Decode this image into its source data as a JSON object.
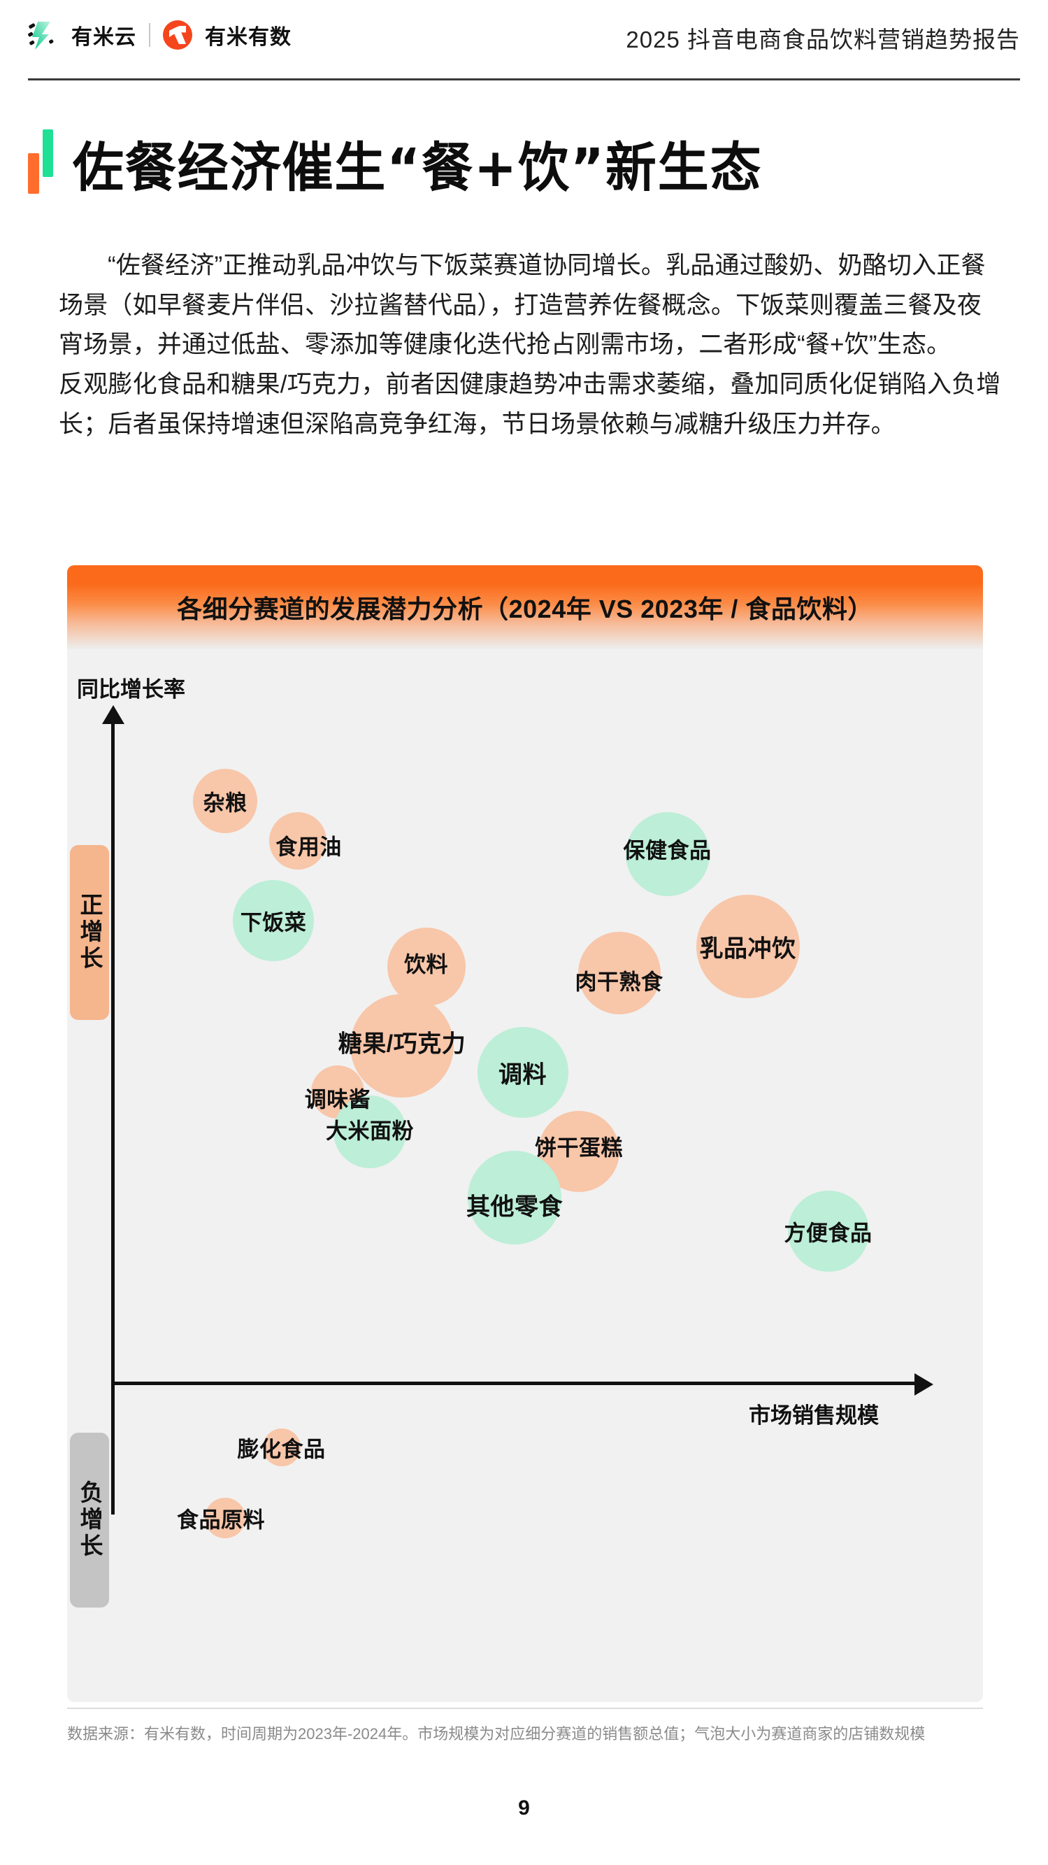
{
  "header": {
    "brand_primary": "有米云",
    "brand_secondary": "有米有数",
    "report_title": "2025 抖音电商食品饮料营销趋势报告"
  },
  "page": {
    "title": "佐餐经济催生“餐+饮”新生态",
    "page_number": "9",
    "paragraph_1": "“佐餐经济”正推动乳品冲饮与下饭菜赛道协同增长。乳品通过酸奶、奶酪切入正餐场景（如早餐麦片伴侣、沙拉酱替代品），打造营养佐餐概念。下饭菜则覆盖三餐及夜宵场景，并通过低盐、零添加等健康化迭代抢占刚需市场，二者形成“餐+饮”生态。",
    "paragraph_2": "反观膨化食品和糖果/巧克力，前者因健康趋势冲击需求萎缩，叠加同质化促销陷入负增长；后者虽保持增速但深陷高竞争红海，节日场景依赖与减糖升级压力并存。",
    "footnote": "数据来源：有米有数，时间周期为2023年-2024年。市场规模为对应细分赛道的销售额总值；气泡大小为赛道商家的店铺数规模"
  },
  "chart_data": {
    "type": "scatter",
    "title": "各细分赛道的发展潜力分析（2024年 VS 2023年 / 食品饮料）",
    "xlabel": "市场销售规模",
    "ylabel": "同比增长率",
    "grid": false,
    "legend_position": "none",
    "quadrant_labels": {
      "positive": "正增长",
      "negative": "负增长"
    },
    "colors": {
      "bubble_orange": "#f8c6a9",
      "bubble_green": "#bdeed8",
      "title_bar_accent": "#fb6a1a",
      "plot_background": "#f1f1f1",
      "badge_positive": "#f5b58d",
      "badge_negative": "#c4c4c4"
    },
    "note": "气泡大小为赛道商家的店铺数规模；x = 市场销售规模，y = 同比增长率",
    "points": [
      {
        "label": "杂粮",
        "x": 0.14,
        "y": 0.88,
        "size": 92,
        "color": "orange",
        "label_dx": 0,
        "label_dy": 0
      },
      {
        "label": "食用油",
        "x": 0.23,
        "y": 0.82,
        "size": 82,
        "color": "orange",
        "label_dx": 16,
        "label_dy": 6
      },
      {
        "label": "下饭菜",
        "x": 0.2,
        "y": 0.7,
        "size": 116,
        "color": "green",
        "label_dx": 0,
        "label_dy": 0
      },
      {
        "label": "保健食品",
        "x": 0.69,
        "y": 0.8,
        "size": 120,
        "color": "green",
        "label_dx": 0,
        "label_dy": -8
      },
      {
        "label": "乳品冲饮",
        "x": 0.79,
        "y": 0.66,
        "size": 148,
        "color": "orange",
        "label_dx": 0,
        "label_dy": 0
      },
      {
        "label": "肉干熟食",
        "x": 0.63,
        "y": 0.62,
        "size": 118,
        "color": "orange",
        "label_dx": 0,
        "label_dy": 10
      },
      {
        "label": "饮料",
        "x": 0.39,
        "y": 0.63,
        "size": 112,
        "color": "orange",
        "label_dx": 0,
        "label_dy": -6
      },
      {
        "label": "糖果/巧克力",
        "x": 0.36,
        "y": 0.51,
        "size": 148,
        "color": "orange",
        "label_dx": 0,
        "label_dy": -6
      },
      {
        "label": "调料",
        "x": 0.51,
        "y": 0.47,
        "size": 130,
        "color": "green",
        "label_dx": 0,
        "label_dy": 0
      },
      {
        "label": "调味酱",
        "x": 0.28,
        "y": 0.44,
        "size": 76,
        "color": "orange",
        "label_dx": 0,
        "label_dy": 8
      },
      {
        "label": "大米面粉",
        "x": 0.32,
        "y": 0.38,
        "size": 104,
        "color": "green",
        "label_dx": 0,
        "label_dy": -4
      },
      {
        "label": "饼干蛋糕",
        "x": 0.58,
        "y": 0.35,
        "size": 116,
        "color": "orange",
        "label_dx": 0,
        "label_dy": -8
      },
      {
        "label": "其他零食",
        "x": 0.5,
        "y": 0.28,
        "size": 134,
        "color": "green",
        "label_dx": 0,
        "label_dy": 10
      },
      {
        "label": "方便食品",
        "x": 0.89,
        "y": 0.23,
        "size": 116,
        "color": "green",
        "label_dx": 0,
        "label_dy": 0
      },
      {
        "label": "膨化食品",
        "x": 0.21,
        "y": -0.22,
        "size": 54,
        "color": "orange",
        "label_dx": 0,
        "label_dy": 0
      },
      {
        "label": "食品原料",
        "x": 0.14,
        "y": -0.46,
        "size": 58,
        "color": "orange",
        "label_dx": -6,
        "label_dy": 0
      }
    ]
  }
}
